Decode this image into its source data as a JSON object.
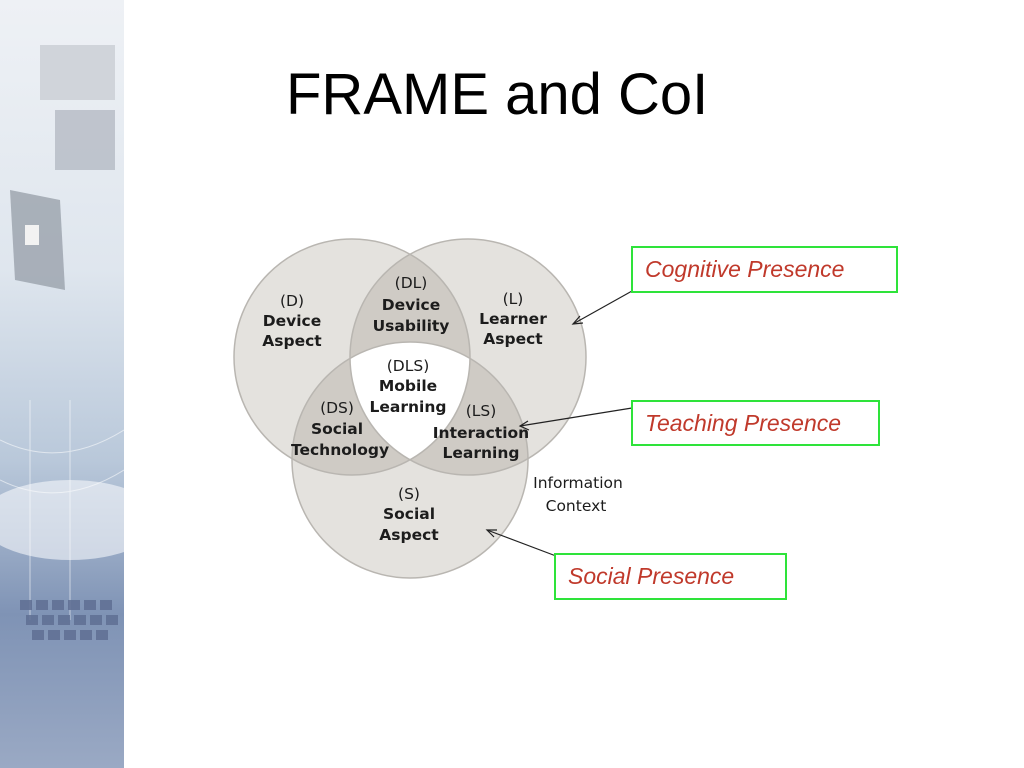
{
  "slide": {
    "title": "FRAME and CoI"
  },
  "venn": {
    "device": [
      "(D)",
      "Device",
      "Aspect"
    ],
    "learner": [
      "(L)",
      "Learner",
      "Aspect"
    ],
    "social": [
      "(S)",
      "Social",
      "Aspect"
    ],
    "device_learner": [
      "(DL)",
      "Device",
      "Usability"
    ],
    "device_social": [
      "(DS)",
      "Social",
      "Technology"
    ],
    "learner_social": [
      "(LS)",
      "Interaction",
      "Learning"
    ],
    "center": [
      "(DLS)",
      "Mobile",
      "Learning"
    ],
    "context": [
      "Information",
      "Context"
    ]
  },
  "callouts": {
    "cognitive": "Cognitive Presence",
    "teaching": "Teaching Presence",
    "social": "Social Presence"
  },
  "colors": {
    "circle_fill": "#e4e2de",
    "overlap_fill": "#cfcbc5",
    "callout_border": "#2ee33a",
    "callout_text": "#c0392b"
  }
}
